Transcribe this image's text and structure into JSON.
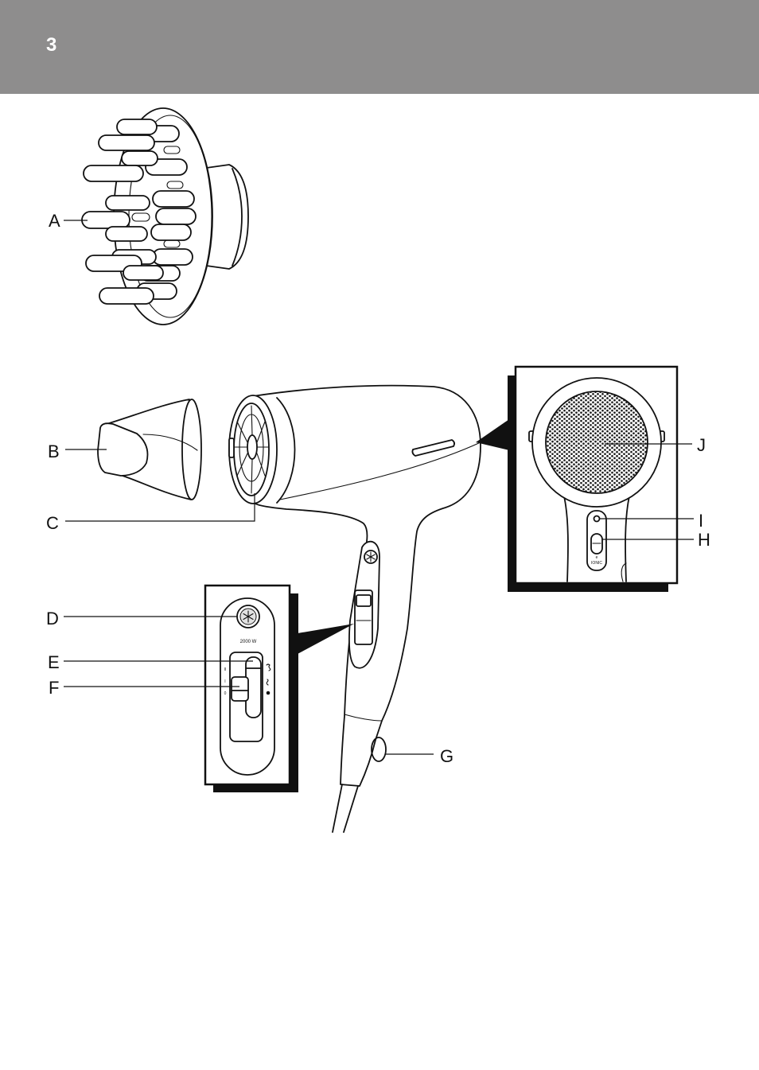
{
  "header": {
    "page_number": "3",
    "band_color": "#8e8d8d"
  },
  "labels": {
    "a": "A",
    "b": "B",
    "c": "C",
    "d": "D",
    "e": "E",
    "f": "F",
    "g": "G",
    "h": "H",
    "i": "I",
    "j": "J"
  },
  "switch_panel": {
    "wattage": "2000 W",
    "speed_marks": [
      "II",
      "I",
      "0"
    ],
    "heat_icons": [
      "heat-high-icon",
      "heat-low-icon",
      "cool-dot-icon"
    ],
    "cool_shot_icon": "snowflake-icon"
  },
  "back_panel": {
    "ionic_label": "IONIC"
  }
}
